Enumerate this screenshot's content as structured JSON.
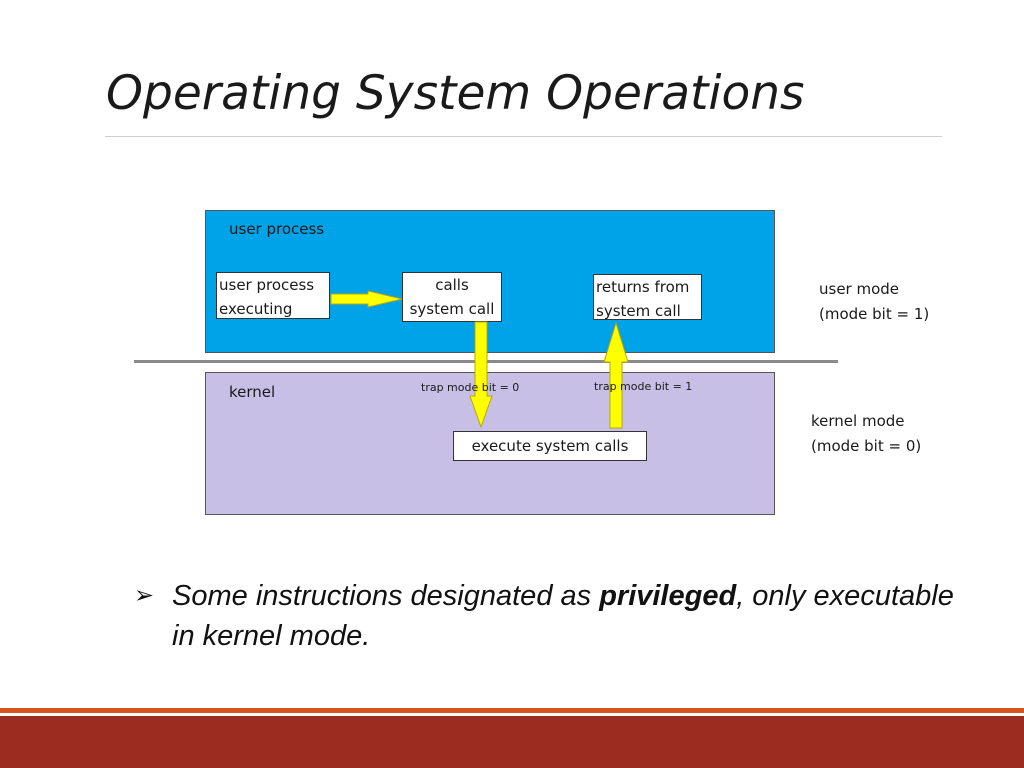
{
  "slide": {
    "title": "Operating System Operations"
  },
  "diagram": {
    "user_region_label": "user process",
    "kernel_region_label": "kernel",
    "box_executing": {
      "line1": "user process",
      "line2": "executing"
    },
    "box_calls": {
      "line1": "calls",
      "line2": "system call"
    },
    "box_returns": {
      "line1": "returns from",
      "line2": "system call"
    },
    "box_execute": "execute system calls",
    "trap_down_label": "trap mode bit = 0",
    "trap_up_label": "trap mode bit = 1",
    "user_mode": {
      "line1": "user mode",
      "line2": "(mode bit = 1)"
    },
    "kernel_mode": {
      "line1": "kernel mode",
      "line2": "(mode bit = 0)"
    }
  },
  "bullet": {
    "glyph": "➢",
    "text_before": "Some instructions designated as ",
    "text_bold": "privileged",
    "text_after": ", only executable in kernel mode."
  },
  "colors": {
    "user_region": "#00a2e8",
    "kernel_region": "#c8bfe7",
    "arrow_fill": "#ffff00",
    "arrow_stroke": "#b8a800",
    "footer": "#9c2c20"
  }
}
